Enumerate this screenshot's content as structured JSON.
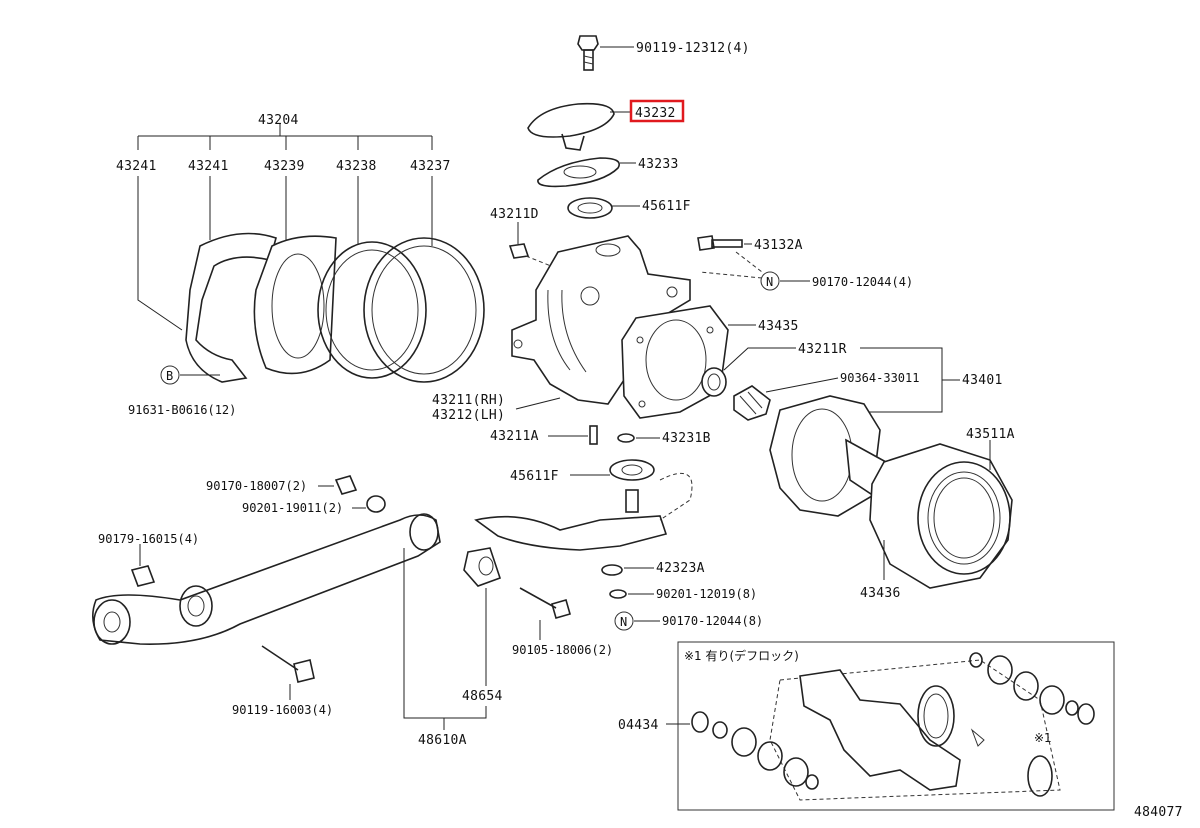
{
  "diagram": {
    "figure_id": "484077",
    "highlighted_part": "43232",
    "labels": {
      "bolt_top": "90119-12312(4)",
      "p43232": "43232",
      "p43233": "43233",
      "p45611F_top": "45611F",
      "p43211D": "43211D",
      "p43132A": "43132A",
      "p90170_12044_top": "90170-12044(4)",
      "p43435": "43435",
      "p43211R": "43211R",
      "p90364": "90364-33011",
      "p43401": "43401",
      "p43204": "43204",
      "p43241a": "43241",
      "p43241b": "43241",
      "p43239": "43239",
      "p43238": "43238",
      "p43237": "43237",
      "p91631": "91631-B0616(12)",
      "p43211RH": "43211(RH)",
      "p43212LH": "43212(LH)",
      "p43211A": "43211A",
      "p43231B": "43231B",
      "p45611F_bot": "45611F",
      "p43511A": "43511A",
      "p43436": "43436",
      "p90170_18007": "90170-18007(2)",
      "p90201_19011": "90201-19011(2)",
      "p90179": "90179-16015(4)",
      "p42323A": "42323A",
      "p90201_12019": "90201-12019(8)",
      "p90170_12044_bot": "90170-12044(8)",
      "p90105": "90105-18006(2)",
      "p48654": "48654",
      "p90119_16003": "90119-16003(4)",
      "p48610A": "48610A",
      "p04434": "04434",
      "inset_title": "※1 有り(デフロック)",
      "inset_mark": "※1",
      "marker_B": "B",
      "marker_N1": "N",
      "marker_N2": "N"
    }
  }
}
